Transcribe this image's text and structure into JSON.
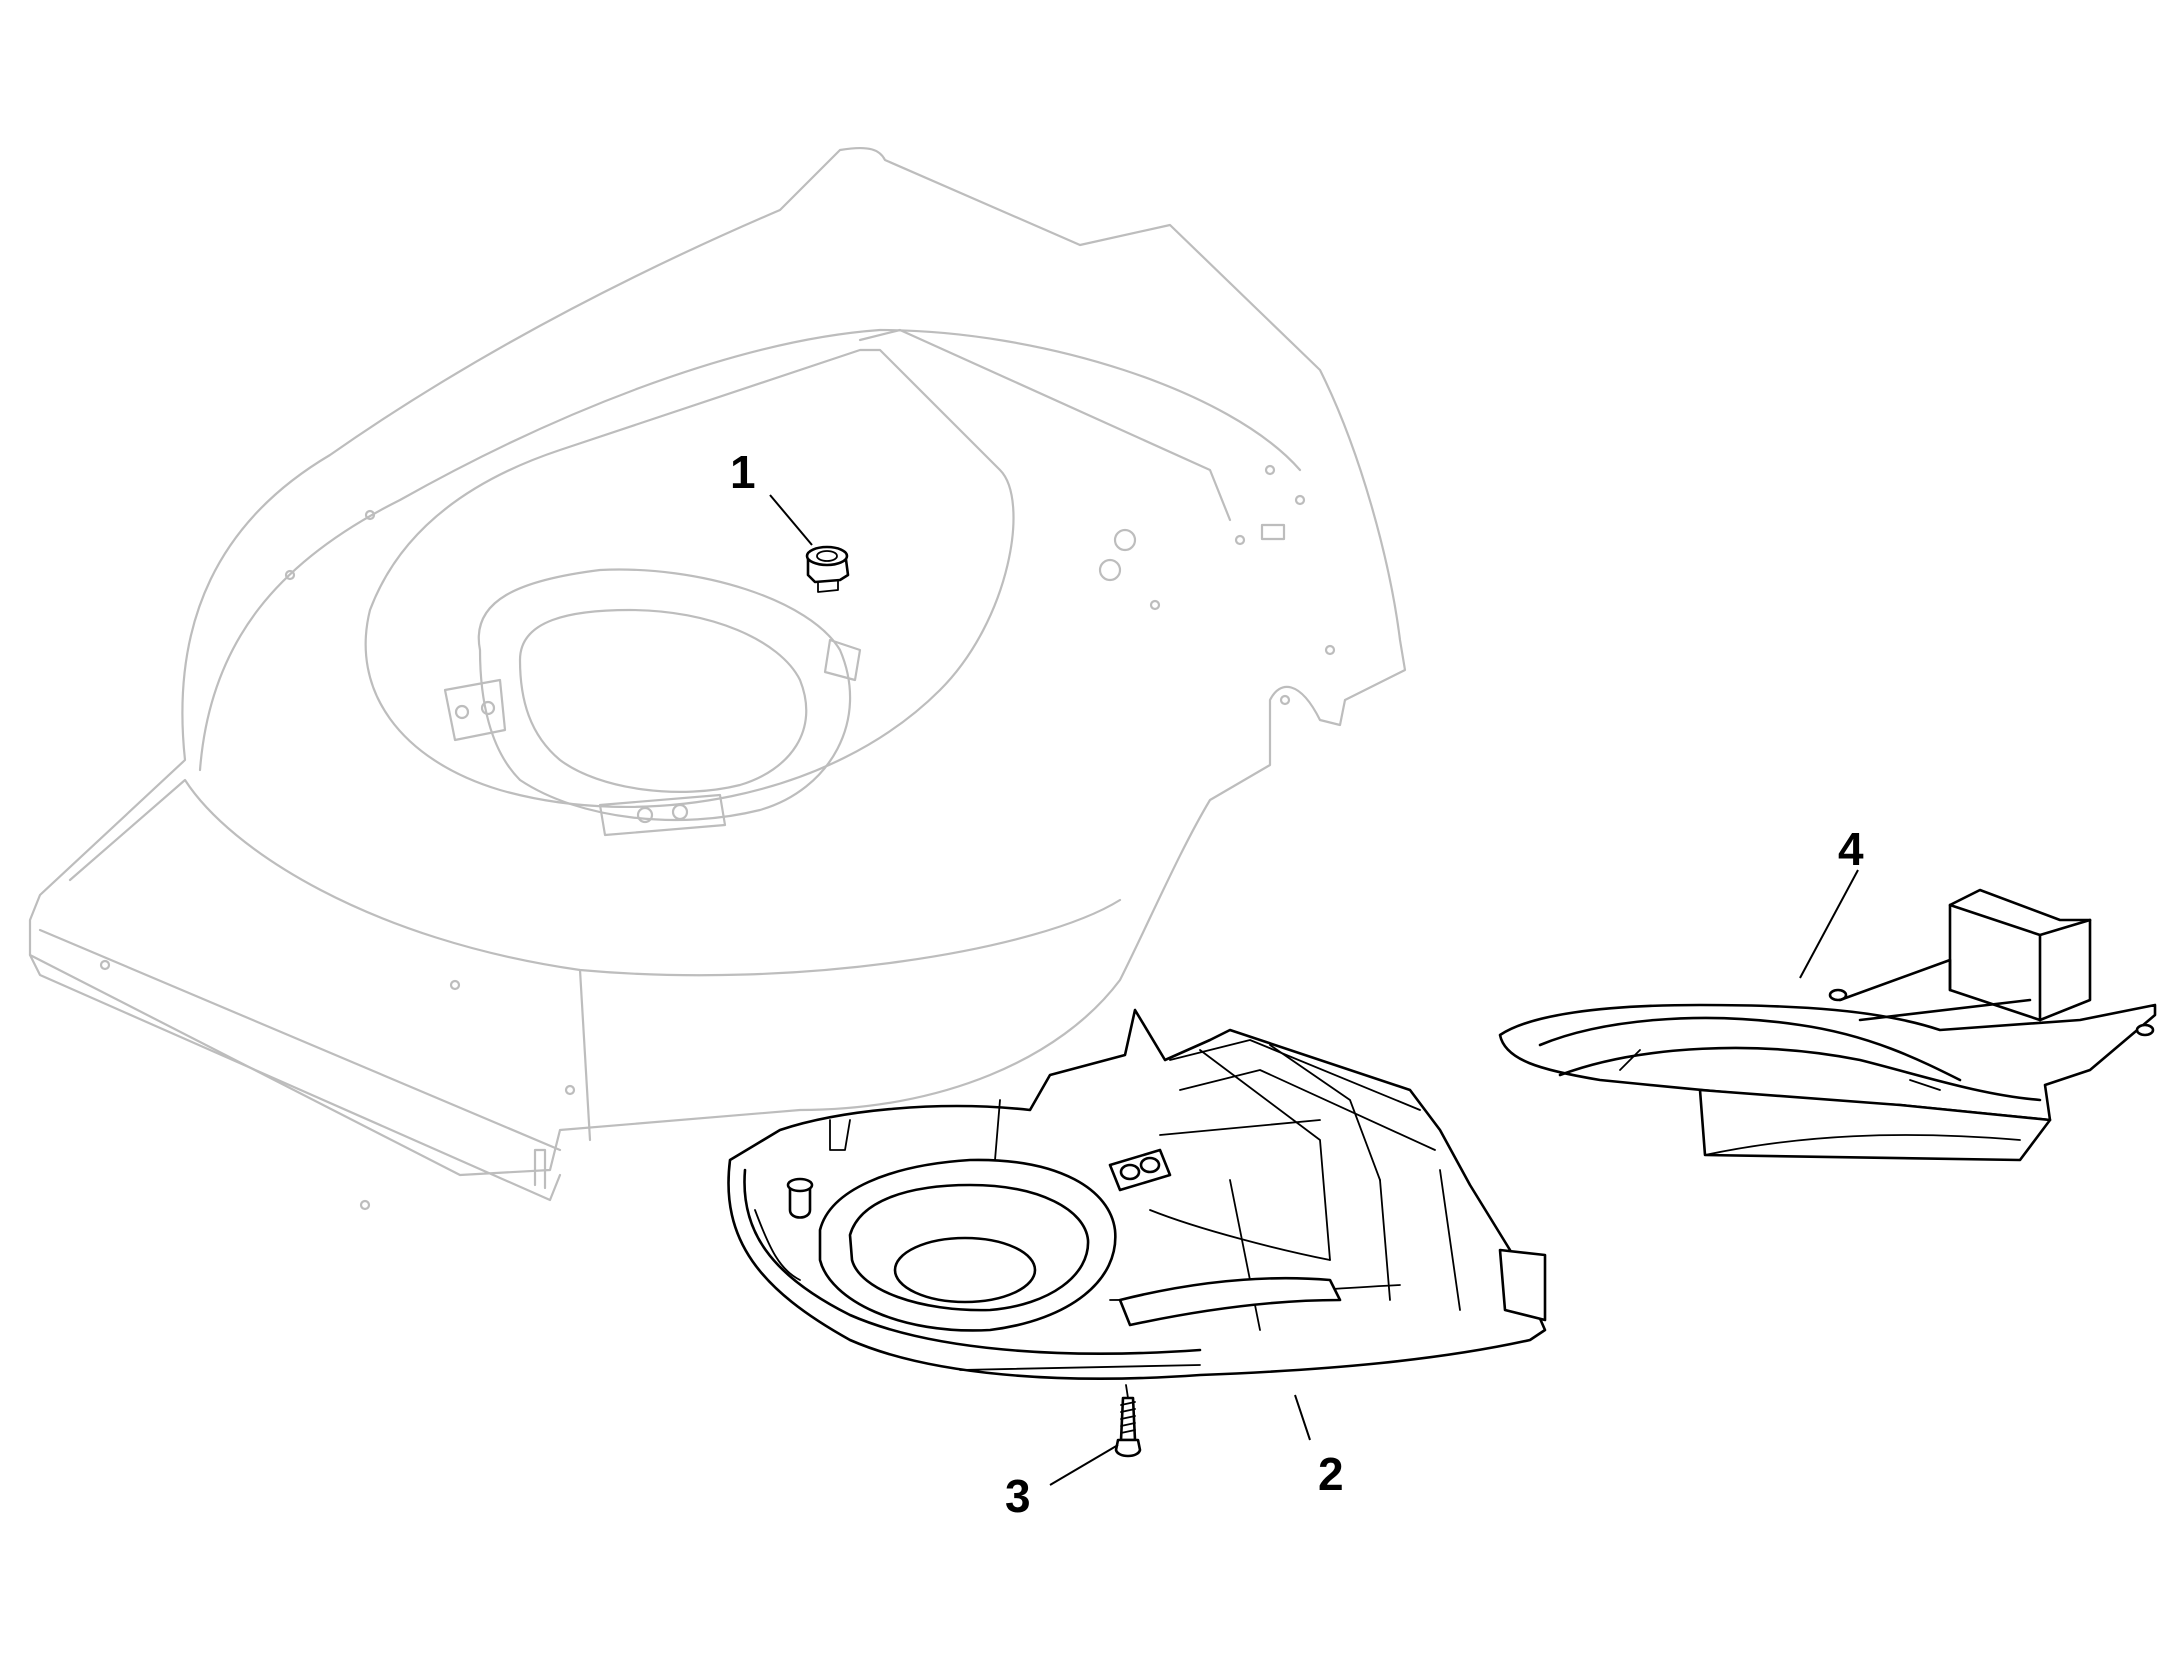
{
  "callouts": [
    {
      "id": "1",
      "label": "1"
    },
    {
      "id": "2",
      "label": "2"
    },
    {
      "id": "3",
      "label": "3"
    },
    {
      "id": "4",
      "label": "4"
    }
  ],
  "colors": {
    "background": "#ffffff",
    "deck_outline": "#bdbdbd",
    "part_outline": "#000000"
  }
}
